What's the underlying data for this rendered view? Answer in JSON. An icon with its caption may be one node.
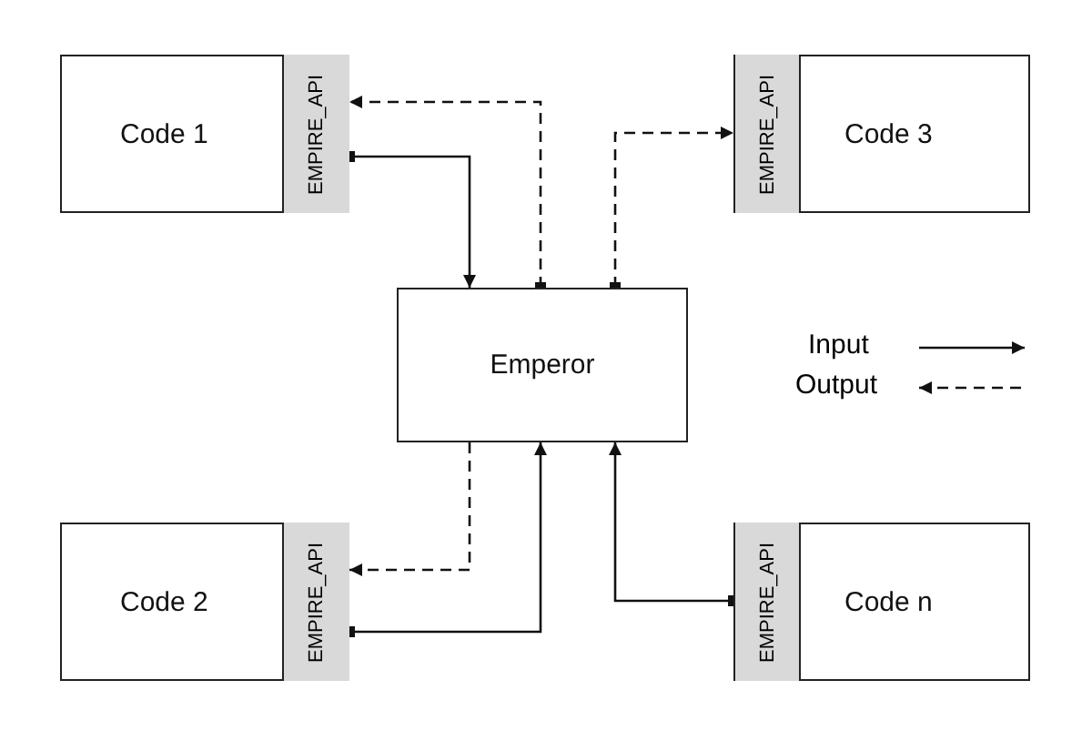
{
  "diagram": {
    "nodes": [
      {
        "text": [
          "Code 1"
        ]
      },
      {
        "text": [
          "EMPIRE_API"
        ],
        "in": 0
      },
      {
        "text": [
          "Code 3"
        ]
      },
      {
        "text": [
          "EMPIRE_API"
        ],
        "in": 2
      },
      {
        "text": [
          "Emperor"
        ]
      },
      {
        "text": [
          "Code 2"
        ]
      },
      {
        "text": [
          "EMPIRE_API"
        ],
        "in": 5
      },
      {
        "text": [
          "Code n"
        ]
      },
      {
        "text": [
          "EMPIRE_API"
        ],
        "in": 7
      }
    ],
    "edges": [
      {
        "from": 1,
        "to": 4,
        "arrow": "to"
      },
      {
        "from": 4,
        "to": 1,
        "arrow": "to",
        "style": "dashed"
      },
      {
        "from": 4,
        "to": 3,
        "arrow": "to",
        "style": "dashed"
      },
      {
        "from": 4,
        "to": 6,
        "arrow": "to",
        "style": "dashed"
      },
      {
        "from": 6,
        "to": 4,
        "arrow": "to"
      },
      {
        "from": 8,
        "to": 4,
        "arrow": "to"
      }
    ],
    "legend": [
      {
        "text": "Input"
      },
      {
        "text": "Output"
      }
    ]
  }
}
